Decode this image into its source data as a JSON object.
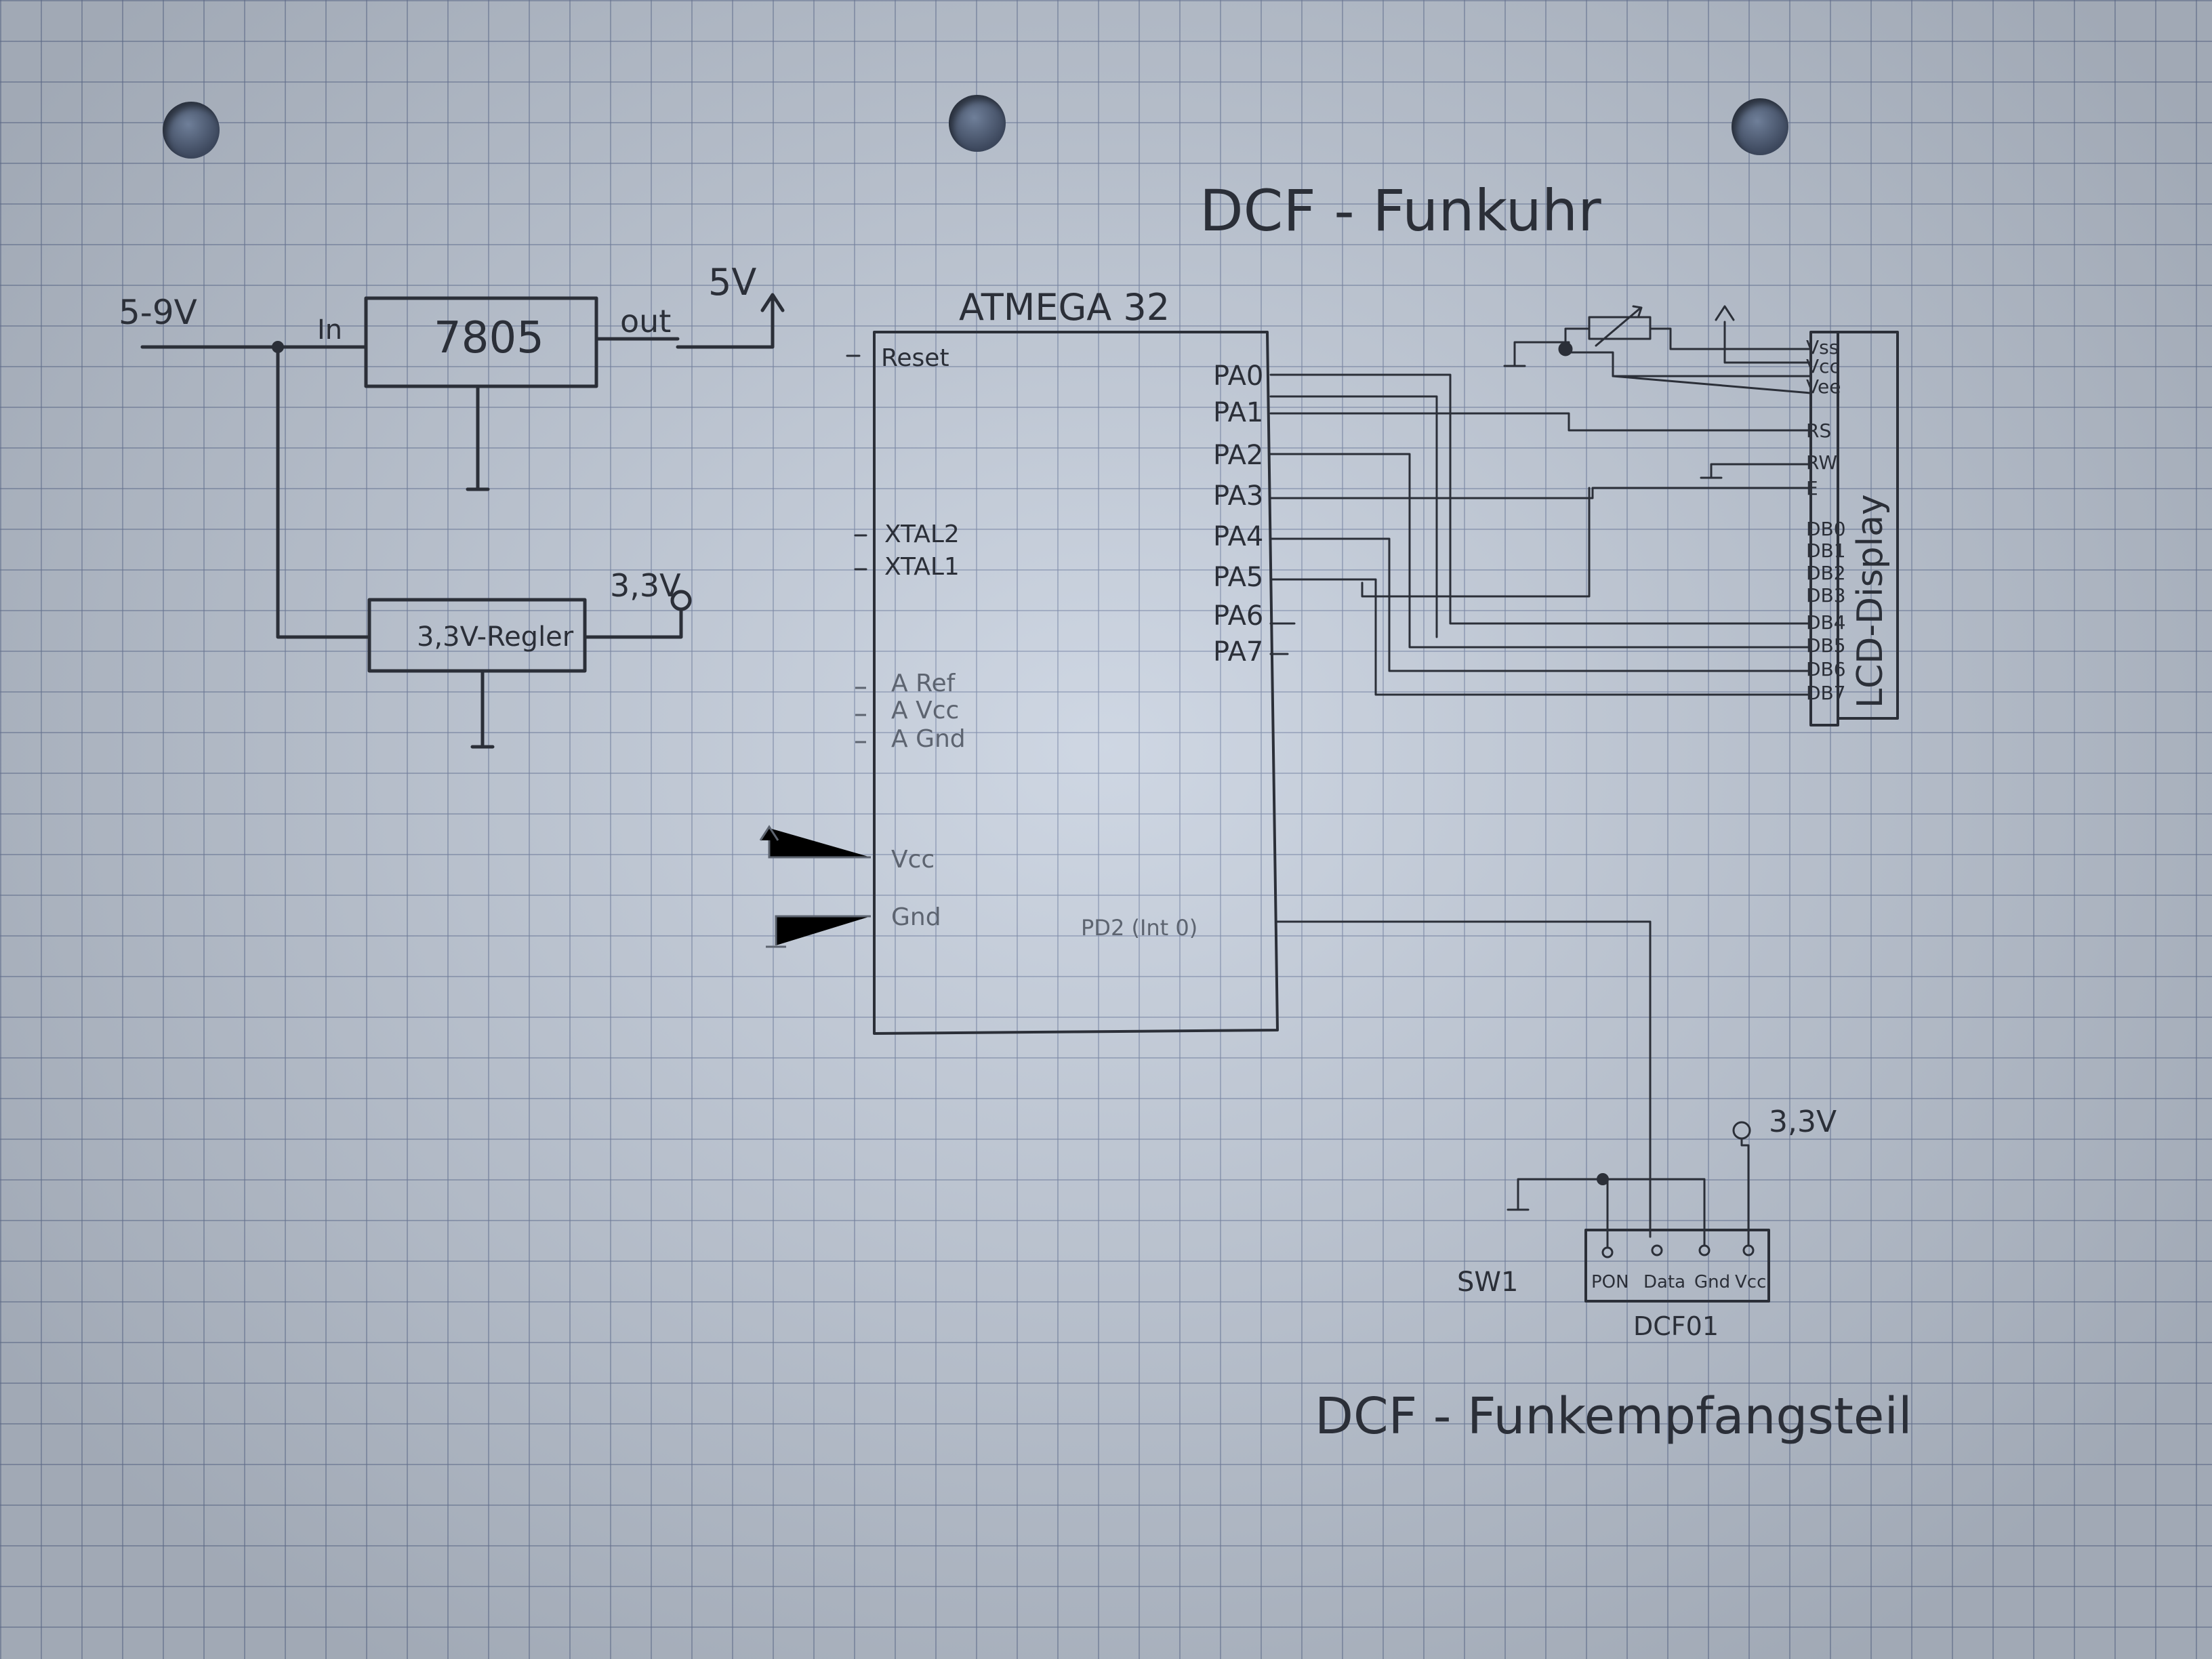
{
  "title": "DCF - Funkuhr",
  "subtitle": "DCF - Funkempfangsteil",
  "power": {
    "input_label": "5-9V",
    "regulator_5v": "7805",
    "in_label": "In",
    "out_label": "out",
    "out_voltage": "5V",
    "regulator_3v3": "3,3V-Regler",
    "out_3v3": "3,3V"
  },
  "mcu": {
    "name": "ATMEGA 32",
    "left_pins": [
      "Reset",
      "XTAL2",
      "XTAL1",
      "A Ref",
      "A Vcc",
      "A Gnd",
      "Vcc",
      "Gnd"
    ],
    "port_pins": [
      "PA0",
      "PA1",
      "PA2",
      "PA3",
      "PA4",
      "PA5",
      "PA6",
      "PA7"
    ],
    "int_pin": "PD2 (Int 0)"
  },
  "lcd": {
    "name": "LCD-Display",
    "pins": [
      "Vss",
      "Vcc",
      "Vee",
      "RS",
      "RW",
      "E",
      "DB0",
      "DB1",
      "DB2",
      "DB3",
      "DB4",
      "DB5",
      "DB6",
      "DB7"
    ]
  },
  "dcf": {
    "name": "DCF01",
    "switch": "SW1",
    "pins": [
      "PON",
      "Data",
      "Gnd",
      "Vcc"
    ],
    "supply": "3,3V"
  }
}
